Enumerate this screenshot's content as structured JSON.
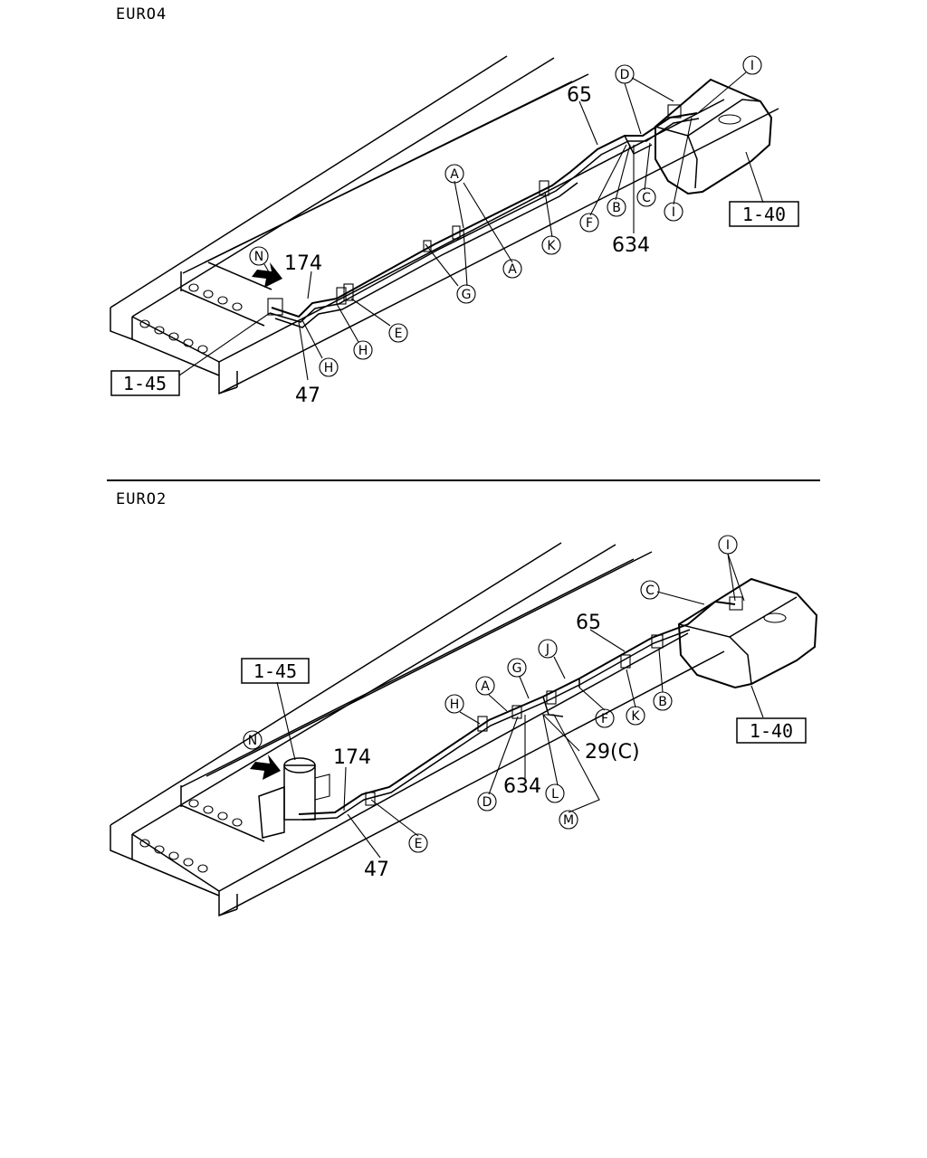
{
  "sections": {
    "euro4": {
      "title": "EURO4",
      "part_numbers": {
        "p65": "65",
        "p174": "174",
        "p634": "634",
        "p47": "47"
      },
      "refs": {
        "r140": "1-40",
        "r145": "1-45"
      },
      "callouts": {
        "a1": "A",
        "a2": "A",
        "b": "B",
        "c": "C",
        "d": "D",
        "e": "E",
        "f": "F",
        "g": "G",
        "h1": "H",
        "h2": "H",
        "i1": "I",
        "i2": "I",
        "k": "K",
        "n": "N"
      }
    },
    "euro2": {
      "title": "EURO2",
      "part_numbers": {
        "p65": "65",
        "p174": "174",
        "p634": "634",
        "p47": "47",
        "p29": "29(C)"
      },
      "refs": {
        "r140": "1-40",
        "r145": "1-45"
      },
      "callouts": {
        "a": "A",
        "b": "B",
        "c": "C",
        "d": "D",
        "e": "E",
        "f": "F",
        "g": "G",
        "h": "H",
        "i": "I",
        "j": "J",
        "k": "K",
        "l": "L",
        "m": "M",
        "n": "N"
      }
    }
  }
}
